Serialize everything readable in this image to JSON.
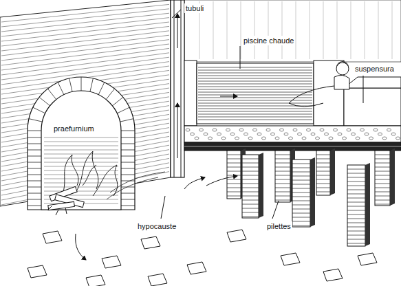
{
  "diagram": {
    "labels": [
      "tubuli",
      "piscine chaude",
      "suspensura",
      "praefurnium",
      "hypocauste",
      "pilettes"
    ]
  }
}
